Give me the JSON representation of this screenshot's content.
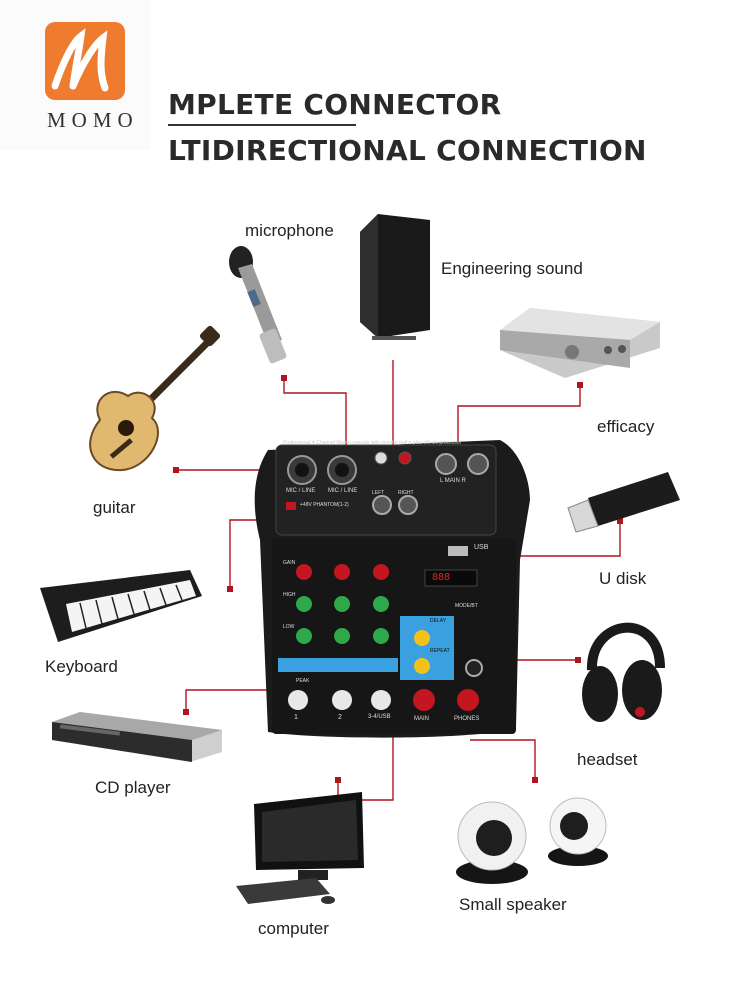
{
  "brand": {
    "logo_text": "MOMO"
  },
  "headline": {
    "line1": "MPLETE CONNECTOR",
    "line2": "LTIDIRECTIONAL CONNECTION"
  },
  "devices": {
    "microphone": "microphone",
    "engineering_sound": "Engineering sound",
    "efficacy": "efficacy",
    "guitar": "guitar",
    "u_disk": "U disk",
    "keyboard": "Keyboard",
    "headset": "headset",
    "cd_player": "CD player",
    "computer": "computer",
    "small_speaker": "Small speaker"
  },
  "mixer": {
    "top_banner": "Professional 4-Channel Mixing console with monitor paths plus effects processor",
    "mic_line_1": "MIC / LINE",
    "mic_line_2": "MIC / LINE",
    "phantom": "+48V PHANTOM(1-2)",
    "ch1": "1",
    "ch2": "2",
    "left": "LEFT",
    "right": "RIGHT",
    "l_main_r": "L MAIN R",
    "usb": "USB",
    "gain": "GAIN",
    "high": "HIGH",
    "low": "LOW",
    "peak": "PEAK",
    "delay": "DELAY",
    "repeat": "REPEAT",
    "main": "MAIN",
    "phones": "PHONES",
    "ch_1": "1",
    "ch_2": "2",
    "ch_3_4": "3-4/USB",
    "mode_bt": "MODE/BT",
    "display": "888"
  },
  "colors": {
    "accent_line": "#b0141e",
    "logo_orange": "#ef7b2e",
    "mixer_body": "#1b1b1b",
    "panel_blue": "#3aa0e0"
  }
}
